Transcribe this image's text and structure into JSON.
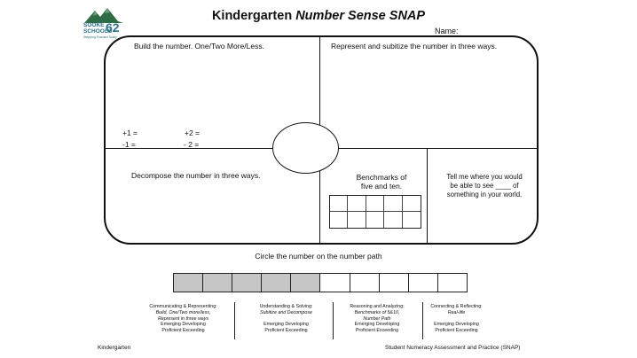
{
  "header": {
    "logo": {
      "name": "SOOKE",
      "name2": "SCHOOLS",
      "number": "62",
      "tagline": "Stepping Forward Today"
    },
    "title_main": "Kindergarten ",
    "title_italic": "Number Sense SNAP",
    "name_label": "Name:"
  },
  "board": {
    "top_left": "Build the number. One/Two More/Less.",
    "top_right": "Represent and subitize the number in three ways.",
    "plus1": "+1 =",
    "plus2": "+2 =",
    "minus1": "-1 =",
    "minus2": "- 2 =",
    "bottom_left": "Decompose the number in three ways.",
    "benchmarks_line1": "Benchmarks of",
    "benchmarks_line2": "five and ten.",
    "real_line1": "Tell me where you would",
    "real_line2": "be able to see ____ of",
    "real_line3": "something in your world."
  },
  "number_path": {
    "instruction": "Circle the number on the number path",
    "filled": 5,
    "total": 10
  },
  "rubric": [
    {
      "heading": "Communicating & Representing:",
      "sub1": "Build, One/Two more/less,",
      "sub2": "Represent in three ways",
      "levels1": "Emerging  Developing",
      "levels2": "Proficient  Exceeding"
    },
    {
      "heading": "Understanding & Solving:",
      "sub1": "Subitize and Decompose",
      "sub2": "",
      "levels1": "Emerging  Developing",
      "levels2": "Proficient  Exceeding"
    },
    {
      "heading": "Reasoning and Analyzing:",
      "sub1": "Benchmarks of 5&10,",
      "sub2": "Number Path",
      "levels1": "Emerging  Developing",
      "levels2": "Proficient  Exceeding"
    },
    {
      "heading": "Connecting & Reflecting:",
      "sub1": "Real-life",
      "sub2": "",
      "levels1": "Emerging  Developing",
      "levels2": "Proficient  Exceeding"
    }
  ],
  "footer": {
    "left": "Kindergarten",
    "right": "Student Numeracy Assessment and Practice (SNAP)"
  }
}
